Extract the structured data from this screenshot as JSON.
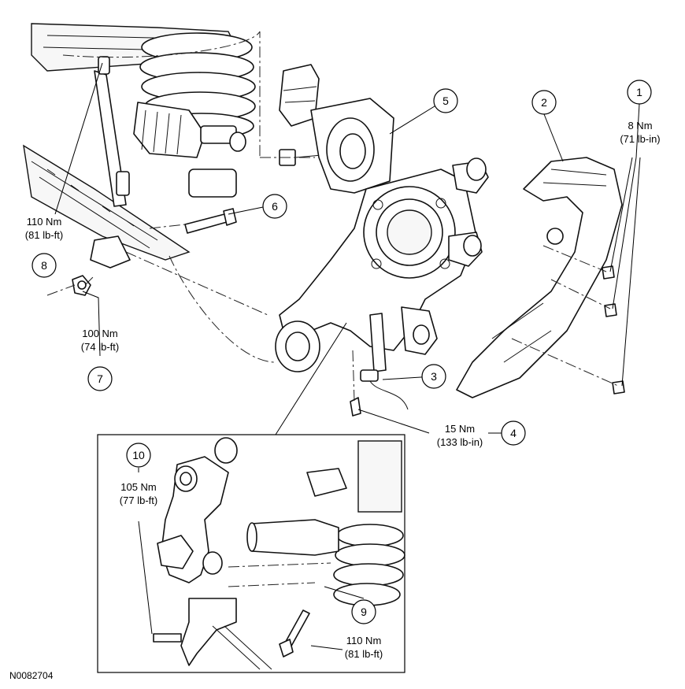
{
  "figure_id": "N0082704",
  "callouts": [
    {
      "num": "1",
      "torque_nm": "8 Nm",
      "torque_imp": "(71 lb-in)"
    },
    {
      "num": "2"
    },
    {
      "num": "3"
    },
    {
      "num": "4",
      "torque_nm": "15 Nm",
      "torque_imp": "(133 lb-in)"
    },
    {
      "num": "5"
    },
    {
      "num": "6"
    },
    {
      "num": "7",
      "torque_nm": "100 Nm",
      "torque_imp": "(74 lb-ft)"
    },
    {
      "num": "8",
      "torque_nm": "110 Nm",
      "torque_imp": "(81 lb-ft)"
    },
    {
      "num": "9",
      "torque_nm": "110 Nm",
      "torque_imp": "(81 lb-ft)"
    },
    {
      "num": "10",
      "torque_nm": "105 Nm",
      "torque_imp": "(77 lb-ft)"
    }
  ]
}
